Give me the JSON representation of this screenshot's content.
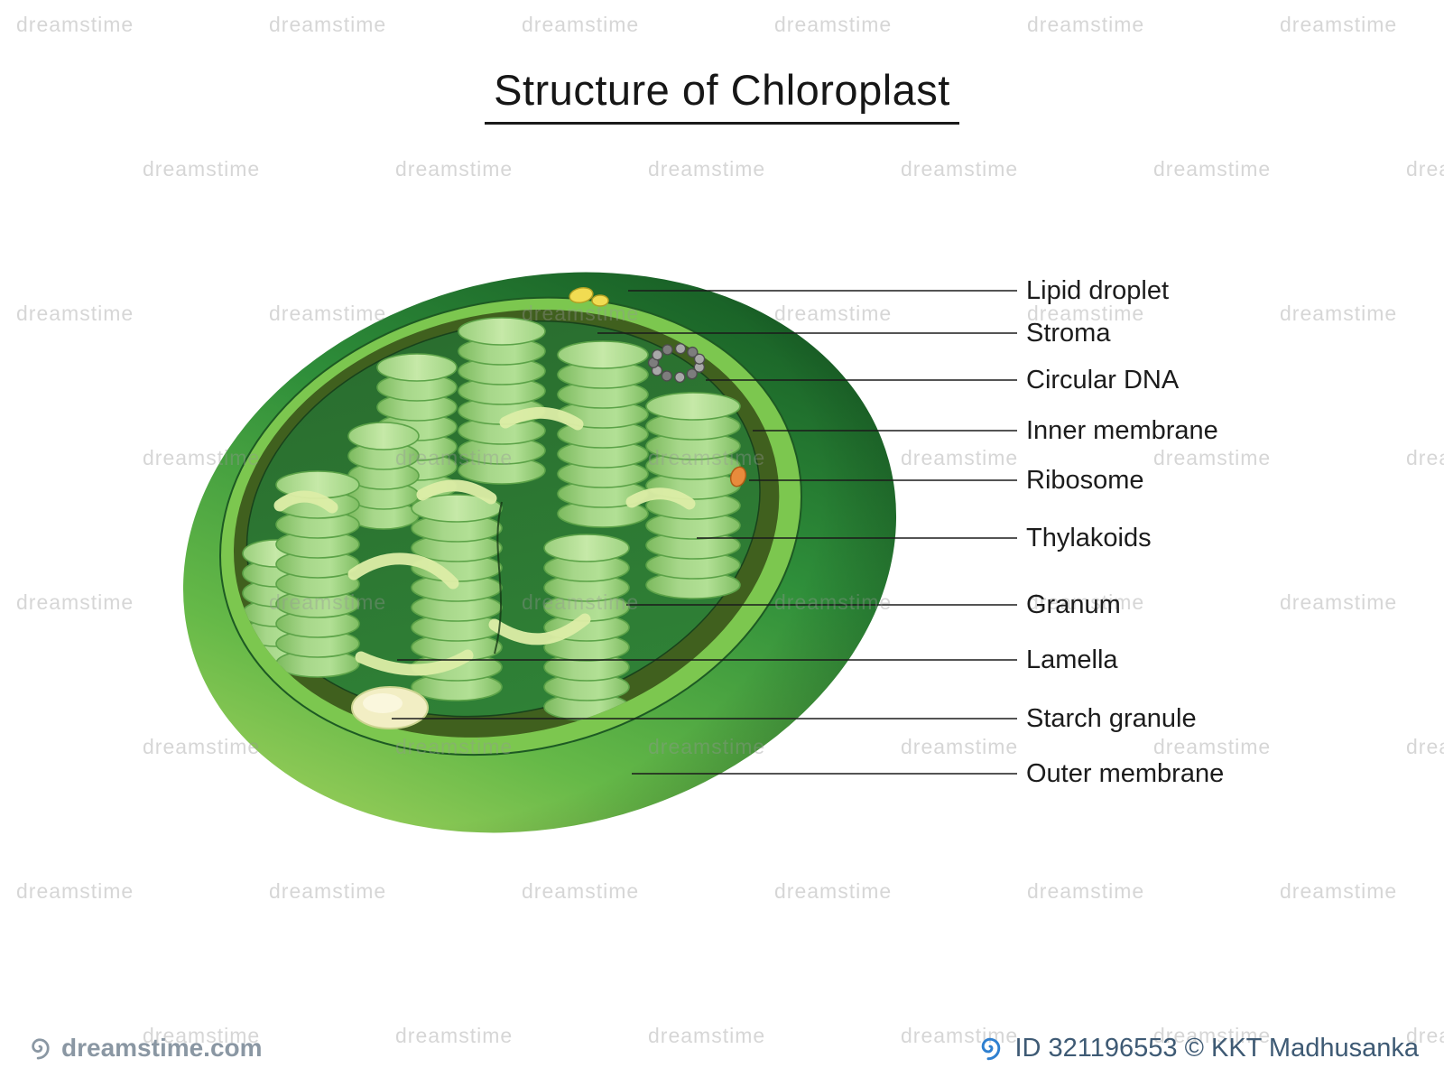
{
  "title": "Structure of Chloroplast",
  "labels": [
    {
      "text": "Lipid droplet"
    },
    {
      "text": "Stroma"
    },
    {
      "text": "Circular DNA"
    },
    {
      "text": "Inner membrane"
    },
    {
      "text": "Ribosome"
    },
    {
      "text": "Thylakoids"
    },
    {
      "text": "Granum"
    },
    {
      "text": "Lamella"
    },
    {
      "text": "Starch granule"
    },
    {
      "text": "Outer membrane"
    }
  ],
  "watermark": {
    "brand": "dreamstime",
    "site": "dreamstime.com",
    "credit": "ID 321196553 © KKT Madhusanka"
  },
  "colors": {
    "outer_membrane_light": "#b6da64",
    "outer_membrane_dark": "#0e4a1d",
    "cut_face": "#7cc74f",
    "inner_membrane": "#40601e",
    "stroma": "#2e7d33",
    "granum_disk": "#a7d78a",
    "lamella": "#dcedа6",
    "starch": "#f2eec4",
    "ribosome": "#e88b3c",
    "dna_bead": "#a8a8a8",
    "lipid_droplet": "#f1dc52",
    "label_text": "#1c1c1c"
  }
}
